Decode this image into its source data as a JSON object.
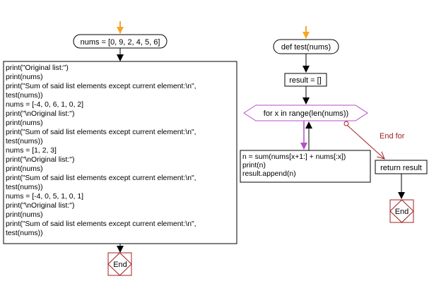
{
  "left_flow": {
    "start_label": "nums = [0, 9, 2, 4, 5, 6]",
    "code_lines": [
      "print(\"Original list:\")",
      "print(nums)",
      "print(\"Sum of said list elements except current element:\\n\",",
      "test(nums))",
      "nums = [-4, 0, 6, 1, 0, 2]",
      "print(\"\\nOriginal list:\")",
      "print(nums)",
      "print(\"Sum of said list elements except current element:\\n\",",
      "test(nums))",
      "nums = [1, 2, 3]",
      "print(\"\\nOriginal list:\")",
      "print(nums)",
      "print(\"Sum of said list elements except current element:\\n\",",
      "test(nums))",
      "nums = [-4, 0, 5, 1, 0, 1]",
      "print(\"\\nOriginal list:\")",
      "print(nums)",
      "print(\"Sum of said list elements except current element:\\n\",",
      "test(nums))"
    ],
    "end_label": "End"
  },
  "right_flow": {
    "def_label": "def test(nums)",
    "init_label": "result = []",
    "loop_label": "for x in range(len(nums))",
    "body_lines": [
      "n = sum(nums[x+1:] + nums[:x])",
      "print(n)",
      "result.append(n)"
    ],
    "end_for_label": "End for",
    "return_label": "return result",
    "end_label": "End"
  },
  "colors": {
    "start_arrow": "#f5a623",
    "loop_border": "#b44fc8",
    "loop_back_arrow": "#b44fc8",
    "end_for_arrow": "#a11f1f",
    "end_node_border": "#a11f1f",
    "stroke": "#000000"
  }
}
